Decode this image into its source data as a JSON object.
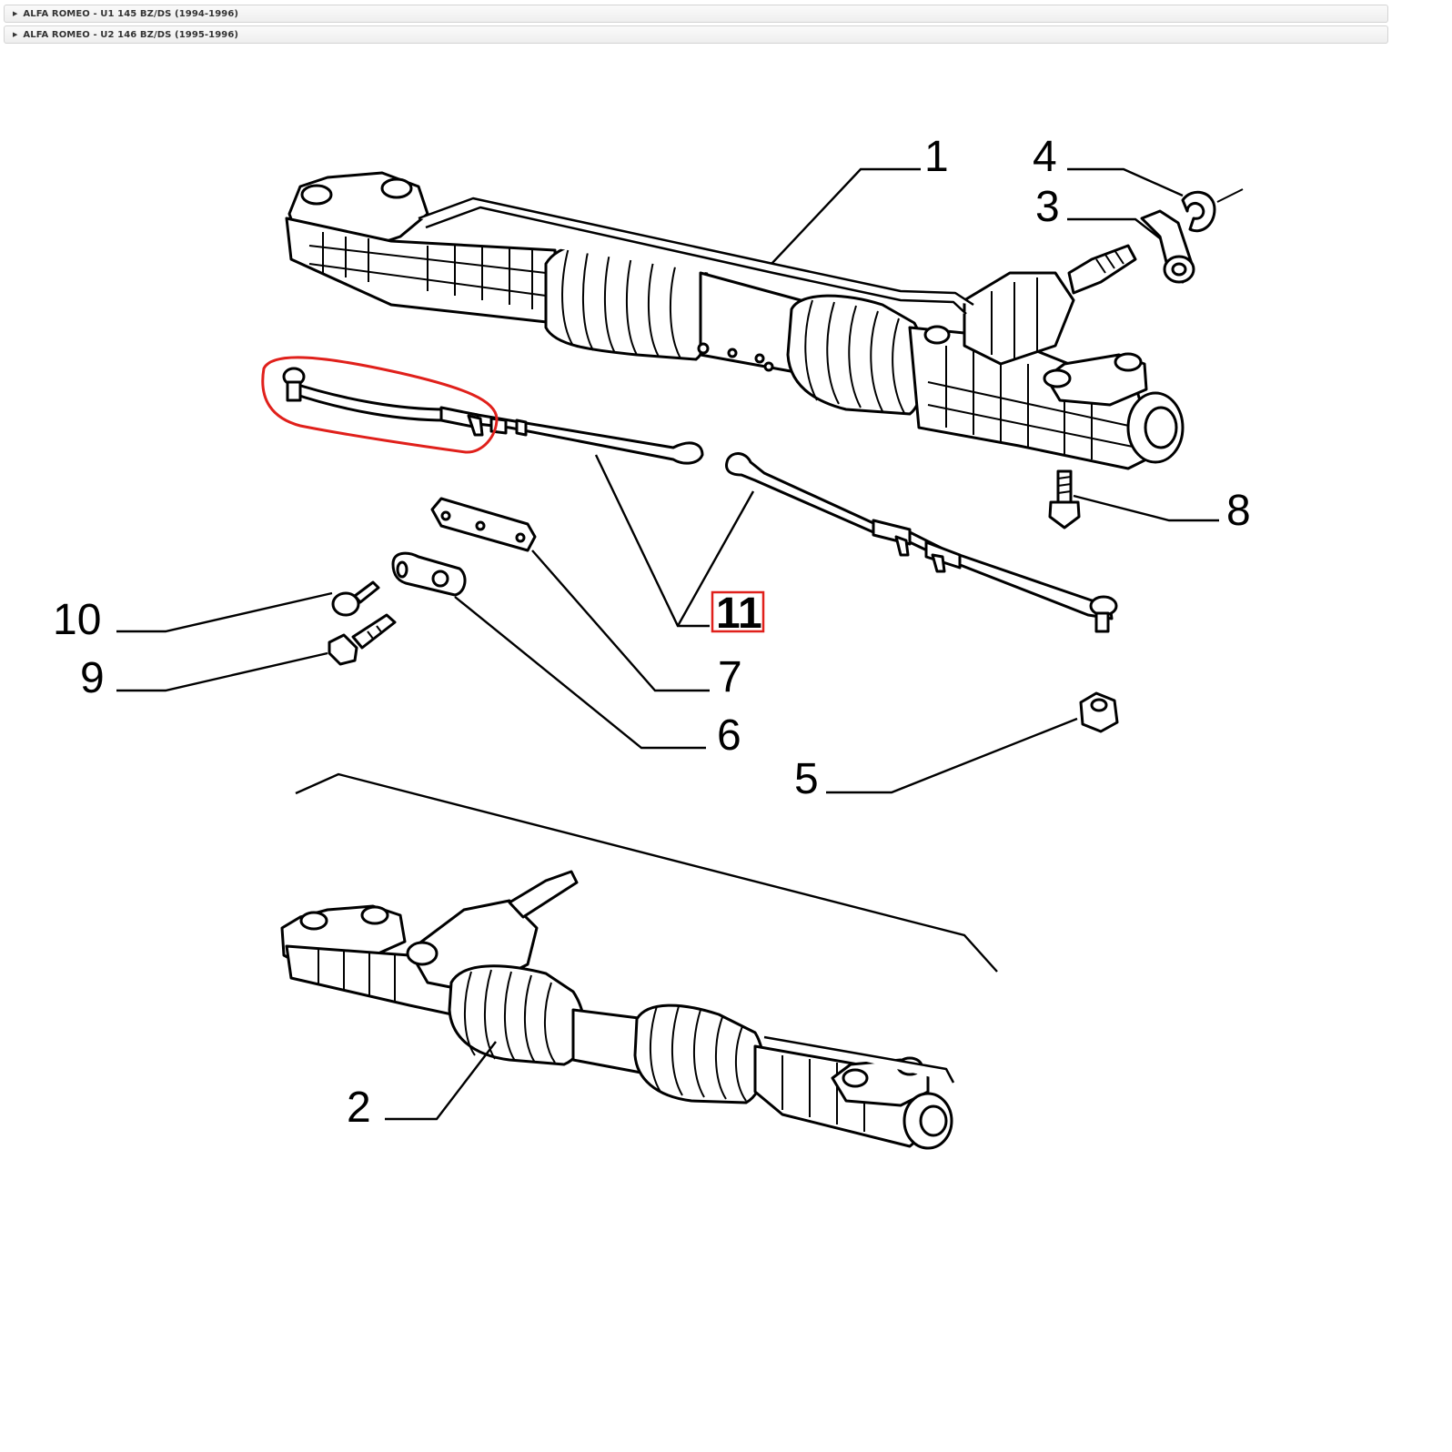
{
  "models": [
    {
      "label": "ALFA ROMEO - U1 145 BZ/DS (1994-1996)",
      "icon": "caret-right-icon"
    },
    {
      "label": "ALFA ROMEO - U2 146 BZ/DS (1995-1996)",
      "icon": "caret-right-icon"
    }
  ],
  "diagram": {
    "callouts": [
      "1",
      "2",
      "3",
      "4",
      "5",
      "6",
      "7",
      "8",
      "9",
      "10",
      "11"
    ],
    "highlight_color": "#e0201b",
    "selected_callout": "11"
  }
}
